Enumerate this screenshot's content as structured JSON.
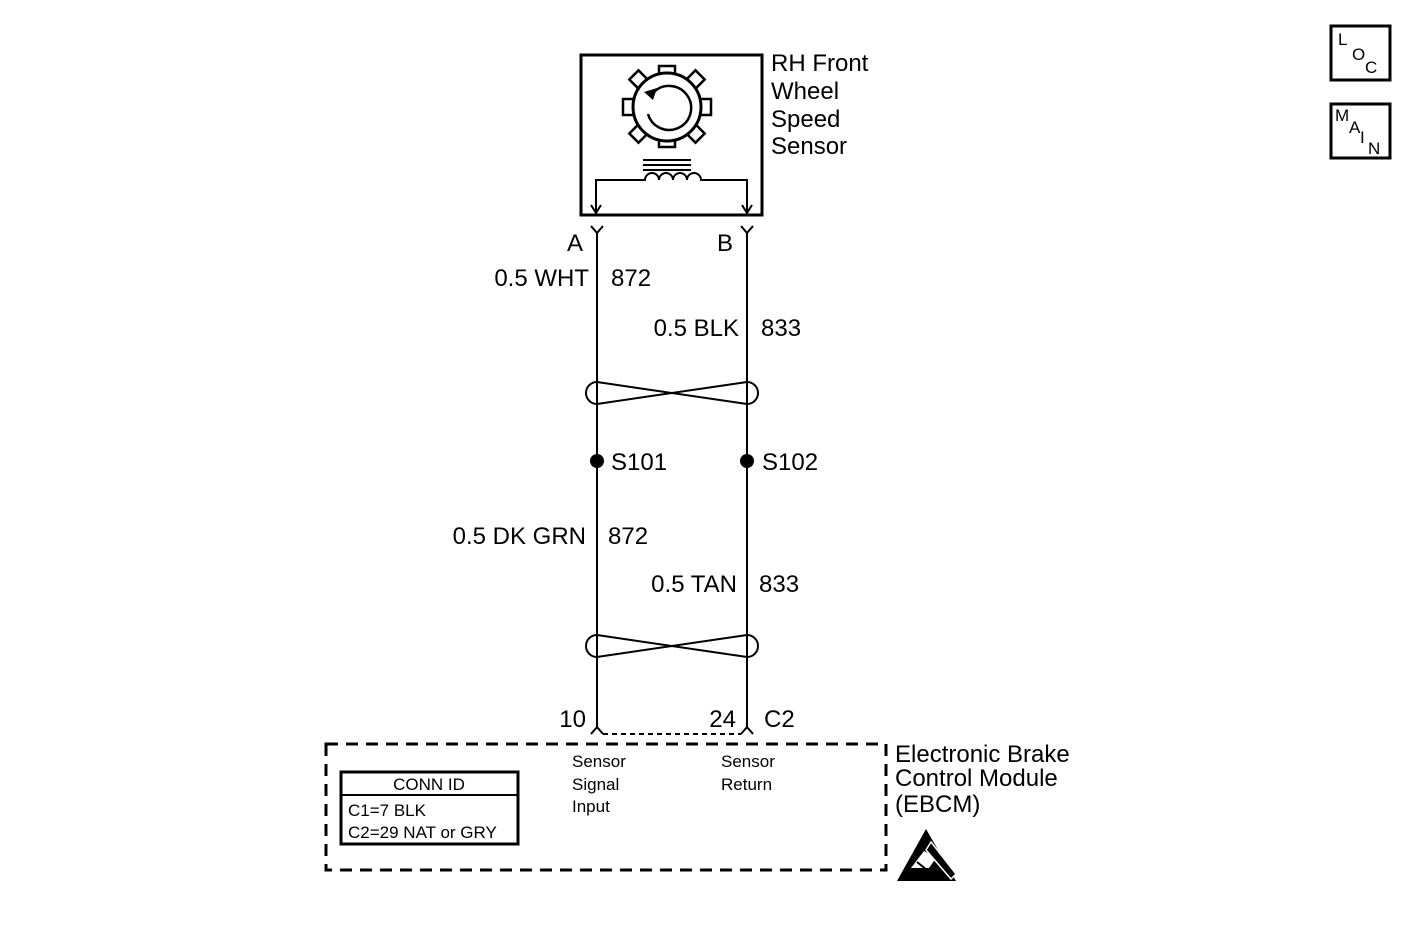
{
  "sensor": {
    "name_lines": [
      "RH Front",
      "Wheel",
      "Speed",
      "Sensor"
    ],
    "pin_a": "A",
    "pin_b": "B"
  },
  "upper_wires": {
    "left": {
      "label": "0.5 WHT",
      "circuit": "872"
    },
    "right": {
      "label": "0.5 BLK",
      "circuit": "833"
    }
  },
  "splices": {
    "left": "S101",
    "right": "S102"
  },
  "lower_wires": {
    "left": {
      "label": "0.5 DK GRN",
      "circuit": "872"
    },
    "right": {
      "label": "0.5 TAN",
      "circuit": "833"
    }
  },
  "module_pins": {
    "left": "10",
    "right": "24",
    "connector": "C2"
  },
  "module": {
    "name_lines": [
      "Electronic Brake",
      "Control Module",
      "(EBCM)"
    ],
    "signal_label_lines": [
      "Sensor",
      "Signal",
      "Input"
    ],
    "return_label_lines": [
      "Sensor",
      "Return"
    ]
  },
  "conn_id": {
    "title": "CONN ID",
    "rows": [
      "C1=7 BLK",
      "C2=29 NAT or GRY"
    ]
  },
  "nav": {
    "loc": [
      "L",
      "O",
      "C"
    ],
    "main": [
      "M",
      "A",
      "I",
      "N"
    ]
  },
  "icons": {
    "esd": "esd-warning-icon"
  }
}
